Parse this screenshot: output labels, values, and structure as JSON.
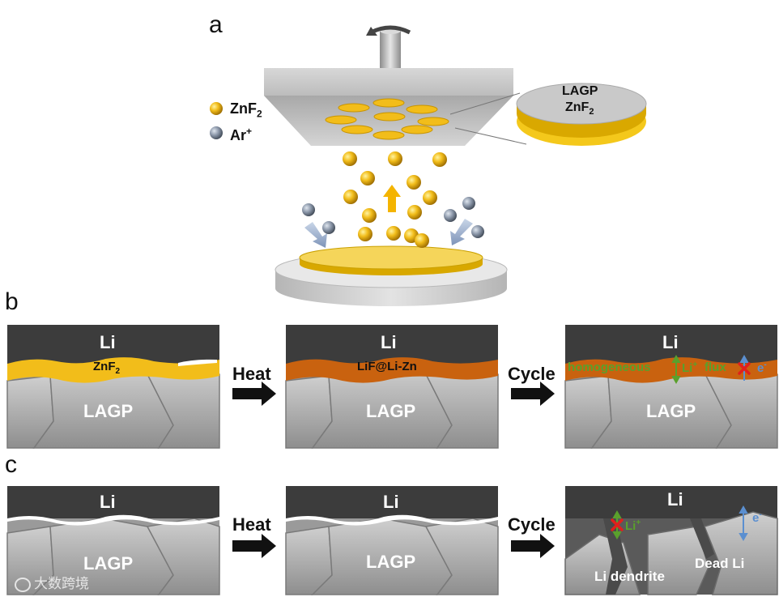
{
  "panel_a": {
    "letter": "a",
    "legend": [
      {
        "name": "ZnF",
        "sub": "2",
        "sup": ""
      },
      {
        "name": "Ar",
        "sub": "",
        "sup": "+"
      }
    ],
    "inset_top": "LAGP",
    "inset_bottom_main": "ZnF",
    "inset_bottom_sub": "2"
  },
  "panel_b": {
    "letter": "b",
    "tile1": {
      "top": "Li",
      "interlayer_main": "ZnF",
      "interlayer_sub": "2",
      "bottom": "LAGP"
    },
    "step1": "Heat",
    "tile2": {
      "top": "Li",
      "interlayer": "LiF@Li-Zn",
      "bottom": "LAGP"
    },
    "step2": "Cycle",
    "tile3": {
      "top": "Li",
      "text_a": "homogeneous",
      "text_b": "Li",
      "text_b_sup": "+",
      "text_c": "flux",
      "text_e": "e",
      "text_e_sup": "-",
      "bottom": "LAGP"
    }
  },
  "panel_c": {
    "letter": "c",
    "tile1": {
      "top": "Li",
      "bottom": "LAGP"
    },
    "step1": "Heat",
    "tile2": {
      "top": "Li",
      "bottom": "LAGP"
    },
    "step2": "Cycle",
    "tile3": {
      "top": "Li",
      "li_ion": "Li",
      "li_ion_sup": "+",
      "e": "e",
      "e_sup": "-",
      "dendrite": "Li dendrite",
      "dead": "Dead Li"
    }
  },
  "watermark": "大数跨境",
  "colors": {
    "li_dark": "#3c3c3c",
    "znf2_yellow": "#f2bd1a",
    "lif_orange": "#c9620f",
    "lagp_gray": "#9a9a9a",
    "green": "#5aa02c",
    "blue": "#5b8fd0",
    "red": "#e0201c"
  }
}
